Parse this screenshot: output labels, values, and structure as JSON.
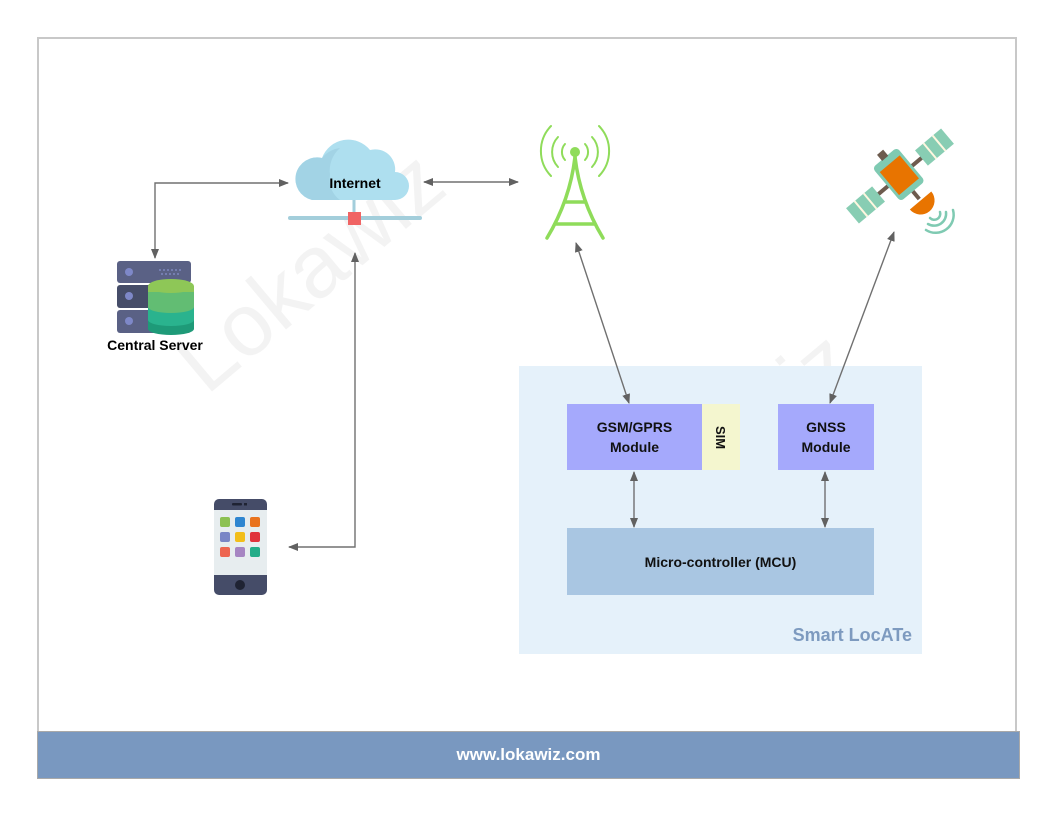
{
  "diagram": {
    "watermark": "Lokawiz",
    "nodes": {
      "internet": {
        "label": "Internet",
        "icon": "cloud-network-icon"
      },
      "central_server": {
        "label": "Central Server",
        "icon": "server-database-icon"
      },
      "cell_tower": {
        "icon": "cell-tower-icon"
      },
      "satellite": {
        "icon": "satellite-icon"
      },
      "smartphone": {
        "icon": "smartphone-icon"
      }
    },
    "device": {
      "title": "Smart LocATe",
      "gsm_module": {
        "line1": "GSM/GPRS",
        "line2": "Module"
      },
      "sim": "SIM",
      "gnss_module": {
        "line1": "GNSS",
        "line2": "Module"
      },
      "mcu": "Micro-controller (MCU)"
    },
    "connections": [
      {
        "from": "central_server",
        "to": "internet",
        "direction": "bidirectional"
      },
      {
        "from": "internet",
        "to": "cell_tower",
        "direction": "bidirectional"
      },
      {
        "from": "smartphone",
        "to": "internet",
        "direction": "bidirectional"
      },
      {
        "from": "cell_tower",
        "to": "gsm_module",
        "direction": "bidirectional"
      },
      {
        "from": "satellite",
        "to": "gnss_module",
        "direction": "bidirectional"
      },
      {
        "from": "gsm_module",
        "to": "mcu",
        "direction": "bidirectional"
      },
      {
        "from": "gnss_module",
        "to": "mcu",
        "direction": "bidirectional"
      }
    ],
    "colors": {
      "footer": "#7998c0",
      "module": "#a5a9fc",
      "sim": "#f4f6cf",
      "mcu": "#a9c6e2",
      "device_panel": "#e5f1fa",
      "tower": "#8fdc5a",
      "arrow": "#616161"
    }
  },
  "footer": {
    "url": "www.lokawiz.com"
  }
}
